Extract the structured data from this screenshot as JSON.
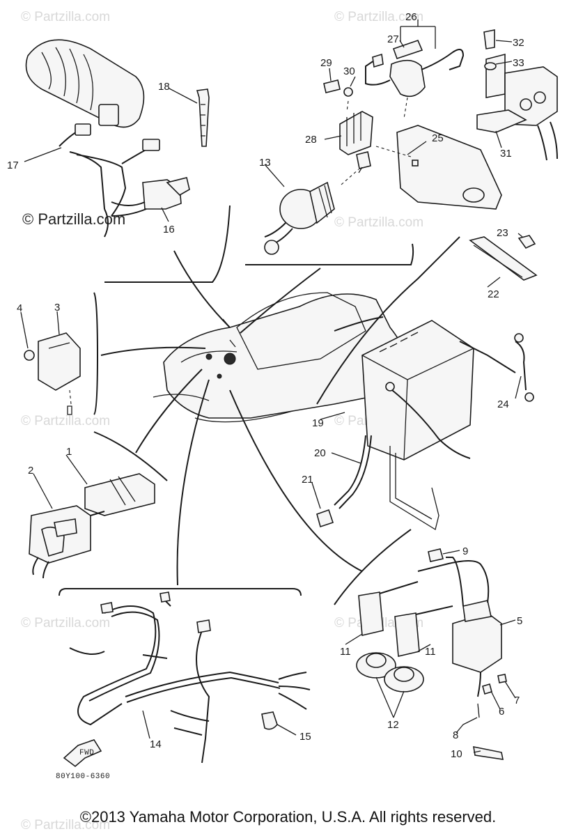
{
  "watermarks": {
    "small": "© Partzilla.com",
    "large": "© Partzilla.com"
  },
  "drawing_code": "80Y100-6360",
  "fwd_label": "FWD",
  "copyright": "©2013 Yamaha Motor Corporation, U.S.A. All rights reserved.",
  "callouts": {
    "c1": "1",
    "c2": "2",
    "c3": "3",
    "c4": "4",
    "c5": "5",
    "c6": "6",
    "c7": "7",
    "c8": "8",
    "c9": "9",
    "c10": "10",
    "c11a": "11",
    "c11b": "11",
    "c12": "12",
    "c13": "13",
    "c14": "14",
    "c15": "15",
    "c16": "16",
    "c17": "17",
    "c18": "18",
    "c19": "19",
    "c20": "20",
    "c21": "21",
    "c22": "22",
    "c23": "23",
    "c24": "24",
    "c25": "25",
    "c26": "26",
    "c27": "27",
    "c28": "28",
    "c29": "29",
    "c30": "30",
    "c31": "31",
    "c32": "32",
    "c33": "33"
  }
}
